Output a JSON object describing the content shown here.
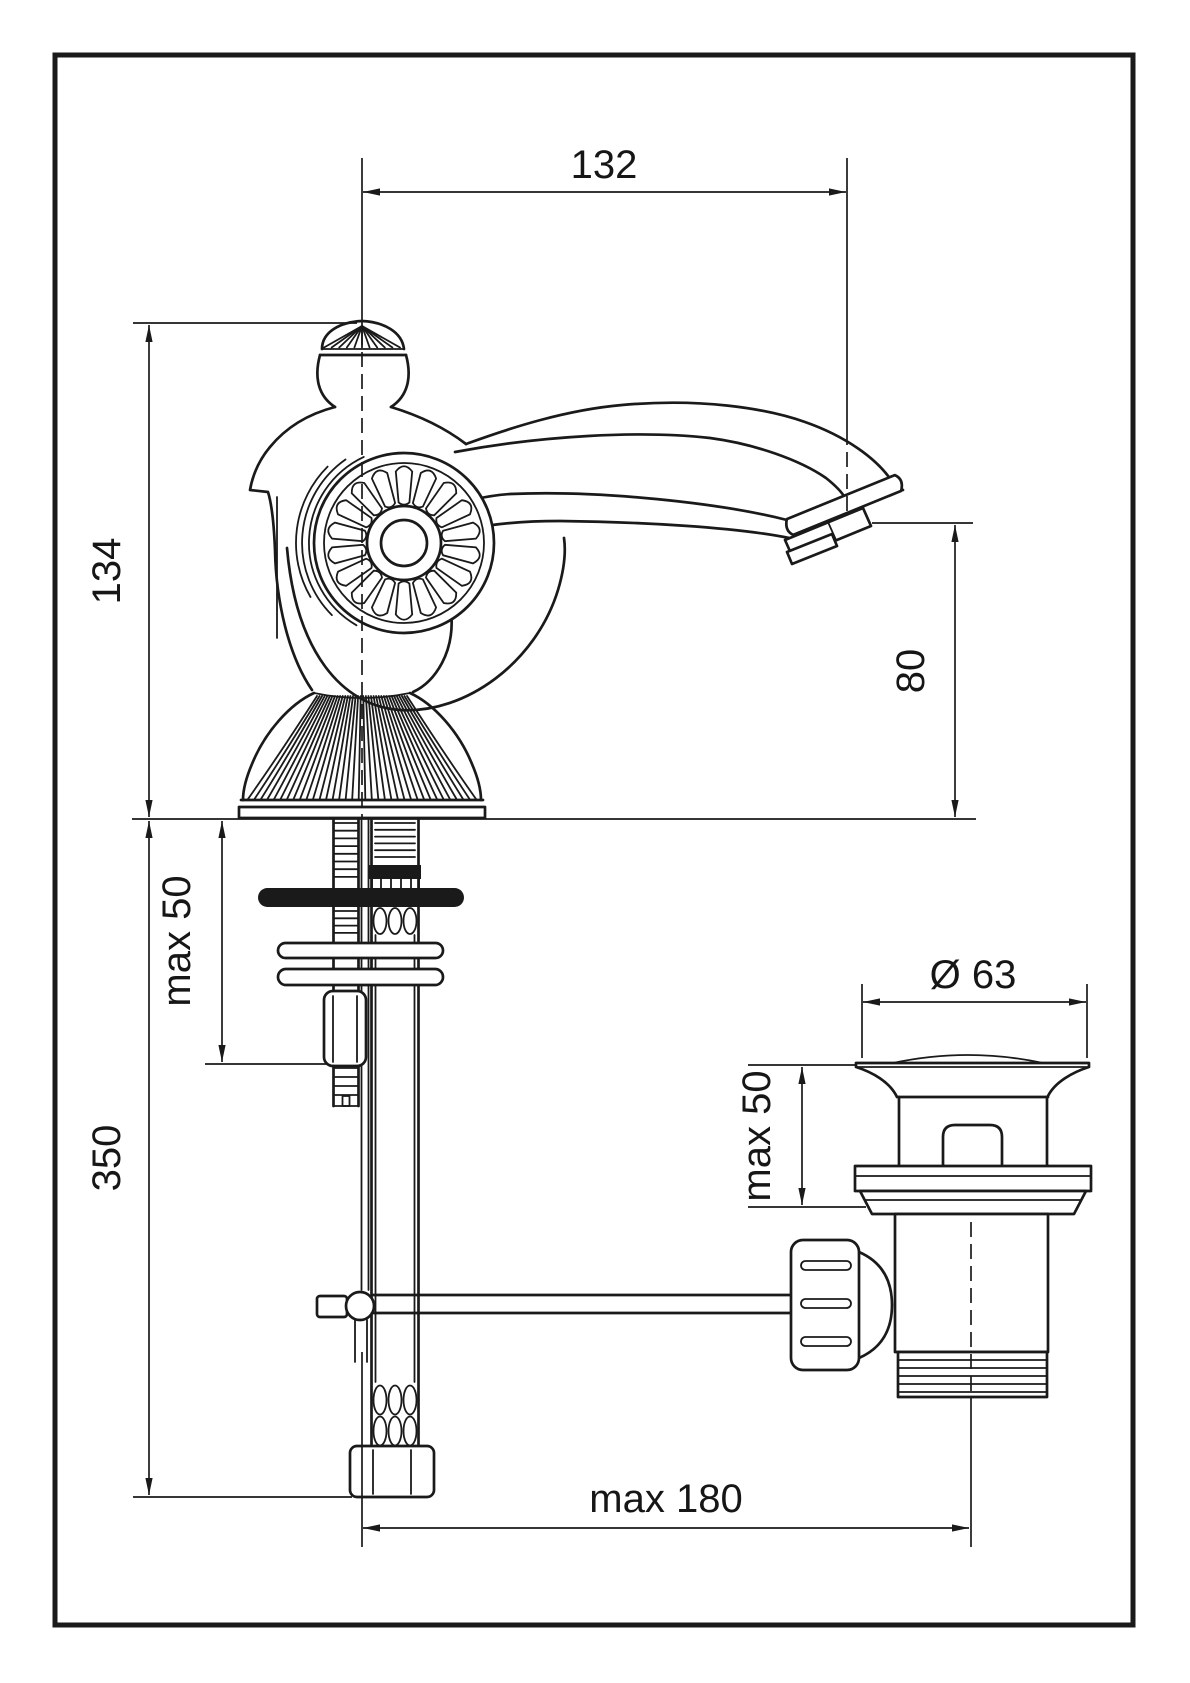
{
  "style": {
    "line_color": "#1a1a1a",
    "background": "#ffffff"
  },
  "drawing": {
    "type": "technical-installation-diagram",
    "subject": "single-hole basin faucet with pop-up waste"
  },
  "dimensions": {
    "spout_reach": "132",
    "body_height": "134",
    "spout_height": "80",
    "deck_thickness_max": "max 50",
    "supply_length": "350",
    "waste_flange_diameter": "Ø 63",
    "waste_deck_max": "max 50",
    "waste_offset_max": "max 180"
  }
}
